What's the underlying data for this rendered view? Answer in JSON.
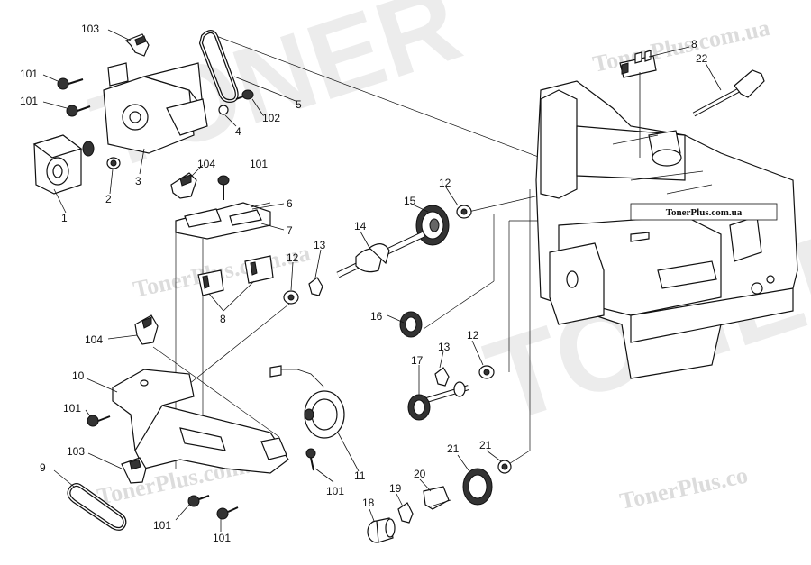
{
  "watermarks": {
    "url": "TonerPlus.com.ua",
    "brand": "TONER",
    "short": "TonerPlus.co"
  },
  "site_tag": "TonerPlus.com.ua",
  "callouts": [
    {
      "id": "c103a",
      "text": "103"
    },
    {
      "id": "c101a",
      "text": "101"
    },
    {
      "id": "c101b",
      "text": "101"
    },
    {
      "id": "c1",
      "text": "1"
    },
    {
      "id": "c2",
      "text": "2"
    },
    {
      "id": "c3",
      "text": "3"
    },
    {
      "id": "c4",
      "text": "4"
    },
    {
      "id": "c102",
      "text": "102"
    },
    {
      "id": "c5",
      "text": "5"
    },
    {
      "id": "c104a",
      "text": "104"
    },
    {
      "id": "c101c",
      "text": "101"
    },
    {
      "id": "c6",
      "text": "6"
    },
    {
      "id": "c7",
      "text": "7"
    },
    {
      "id": "c8a",
      "text": "8"
    },
    {
      "id": "c8b",
      "text": "8"
    },
    {
      "id": "c22",
      "text": "22"
    },
    {
      "id": "c12a",
      "text": "12"
    },
    {
      "id": "c15",
      "text": "15"
    },
    {
      "id": "c14",
      "text": "14"
    },
    {
      "id": "c13a",
      "text": "13"
    },
    {
      "id": "c12b",
      "text": "12"
    },
    {
      "id": "c16",
      "text": "16"
    },
    {
      "id": "c104b",
      "text": "104"
    },
    {
      "id": "c13b",
      "text": "13"
    },
    {
      "id": "c12c",
      "text": "12"
    },
    {
      "id": "c17",
      "text": "17"
    },
    {
      "id": "c10",
      "text": "10"
    },
    {
      "id": "c101d",
      "text": "101"
    },
    {
      "id": "c11",
      "text": "11"
    },
    {
      "id": "c9",
      "text": "9"
    },
    {
      "id": "c103b",
      "text": "103"
    },
    {
      "id": "c101e",
      "text": "101"
    },
    {
      "id": "c101f",
      "text": "101"
    },
    {
      "id": "c101g",
      "text": "101"
    },
    {
      "id": "c18",
      "text": "18"
    },
    {
      "id": "c19",
      "text": "19"
    },
    {
      "id": "c20",
      "text": "20"
    },
    {
      "id": "c21a",
      "text": "21"
    },
    {
      "id": "c21b",
      "text": "21"
    }
  ]
}
